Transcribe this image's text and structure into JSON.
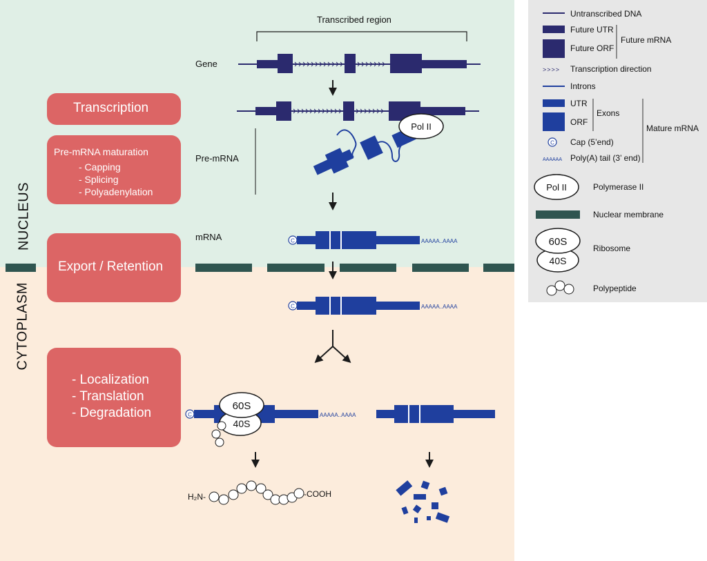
{
  "compartments": {
    "nucleus": "NUCLEUS",
    "cytoplasm": "CYTOPLASM"
  },
  "steps": {
    "transcription": "Transcription",
    "maturation_title": "Pre-mRNA maturation",
    "maturation_items": [
      "- Capping",
      "- Splicing",
      "- Polyadenylation"
    ],
    "export": "Export / Retention",
    "fate_items": [
      "- Localization",
      "- Translation",
      "- Degradation"
    ]
  },
  "diagram": {
    "transcribed_region": "Transcribed region",
    "gene": "Gene",
    "pre_mrna": "Pre-mRNA",
    "mrna": "mRNA",
    "pol2": "Pol II",
    "cap_symbol": "C",
    "poly_a": "AAAAA..AAAA",
    "ribosome_large": "60S",
    "ribosome_small": "40S",
    "peptide_n": "H₂N-",
    "peptide_c": "-COOH"
  },
  "legend": {
    "untranscribed_dna": "Untranscribed DNA",
    "future_utr": "Future UTR",
    "future_orf": "Future ORF",
    "future_mrna": "Future mRNA",
    "transcription_direction_symbol": ">>>>",
    "transcription_direction": "Transcription direction",
    "introns": "Introns",
    "utr": "UTR",
    "orf": "ORF",
    "exons": "Exons",
    "mature_mrna": "Mature mRNA",
    "cap_symbol": "C",
    "cap": "Cap (5’end)",
    "poly_a_symbol": "AAAAAA",
    "poly_a": "Poly(A) tail (3’ end)",
    "pol2_symbol": "Pol II",
    "polymerase": "Polymerase II",
    "nuclear_membrane": "Nuclear membrane",
    "ribosome_large": "60S",
    "ribosome_small": "40S",
    "ribosome": "Ribosome",
    "polypeptide": "Polypeptide"
  },
  "colors": {
    "nucleus_bg": "#e0efe6",
    "cytoplasm_bg": "#fcecdc",
    "step_box": "#dc6565",
    "gene_dark": "#2b2a6e",
    "mrna_blue": "#1f3f9e",
    "membrane": "#2f5550",
    "legend_bg": "#e7e7e7"
  }
}
